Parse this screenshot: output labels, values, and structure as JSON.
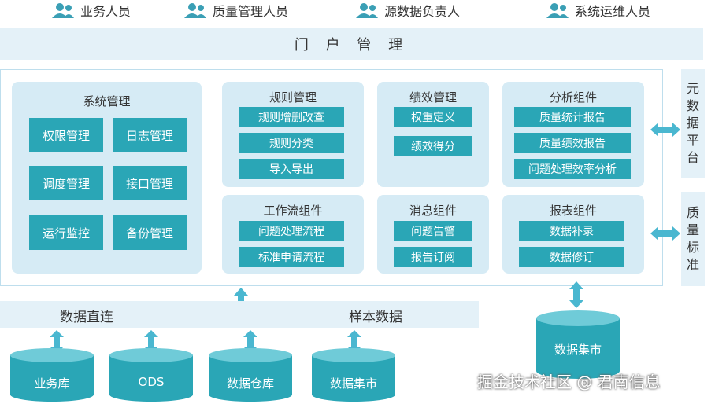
{
  "roles": [
    "业务人员",
    "质量管理人员",
    "源数据负责人",
    "系统运维人员"
  ],
  "portal": "门 户 管 理",
  "system_mgmt": {
    "title": "系统管理",
    "items": [
      "权限管理",
      "日志管理",
      "调度管理",
      "接口管理",
      "运行监控",
      "备份管理"
    ]
  },
  "rule_mgmt": {
    "title": "规则管理",
    "items": [
      "规则增删改查",
      "规则分类",
      "导入导出"
    ]
  },
  "perf_mgmt": {
    "title": "绩效管理",
    "items": [
      "权重定义",
      "绩效得分"
    ]
  },
  "analysis": {
    "title": "分析组件",
    "items": [
      "质量统计报告",
      "质量绩效报告",
      "问题处理效率分析"
    ]
  },
  "workflow": {
    "title": "工作流组件",
    "items": [
      "问题处理流程",
      "标准申请流程"
    ]
  },
  "message": {
    "title": "消息组件",
    "items": [
      "问题告警",
      "报告订阅"
    ]
  },
  "report": {
    "title": "报表组件",
    "items": [
      "数据补录",
      "数据修订"
    ]
  },
  "side_platforms": [
    "元数据平台",
    "质量标准"
  ],
  "bottom": {
    "left_label": "数据直连",
    "right_label": "样本数据"
  },
  "databases": [
    "业务库",
    "ODS",
    "数据仓库",
    "数据集市"
  ],
  "data_mart": "数据集市",
  "watermark": "掘金技术社区 @ 君南信息",
  "colors": {
    "teal": "#2aa6b6",
    "panel": "#d6ebf5",
    "bar": "#e4f1f8",
    "icon": "#3a9fb5",
    "arrow": "#4ab7d0"
  }
}
